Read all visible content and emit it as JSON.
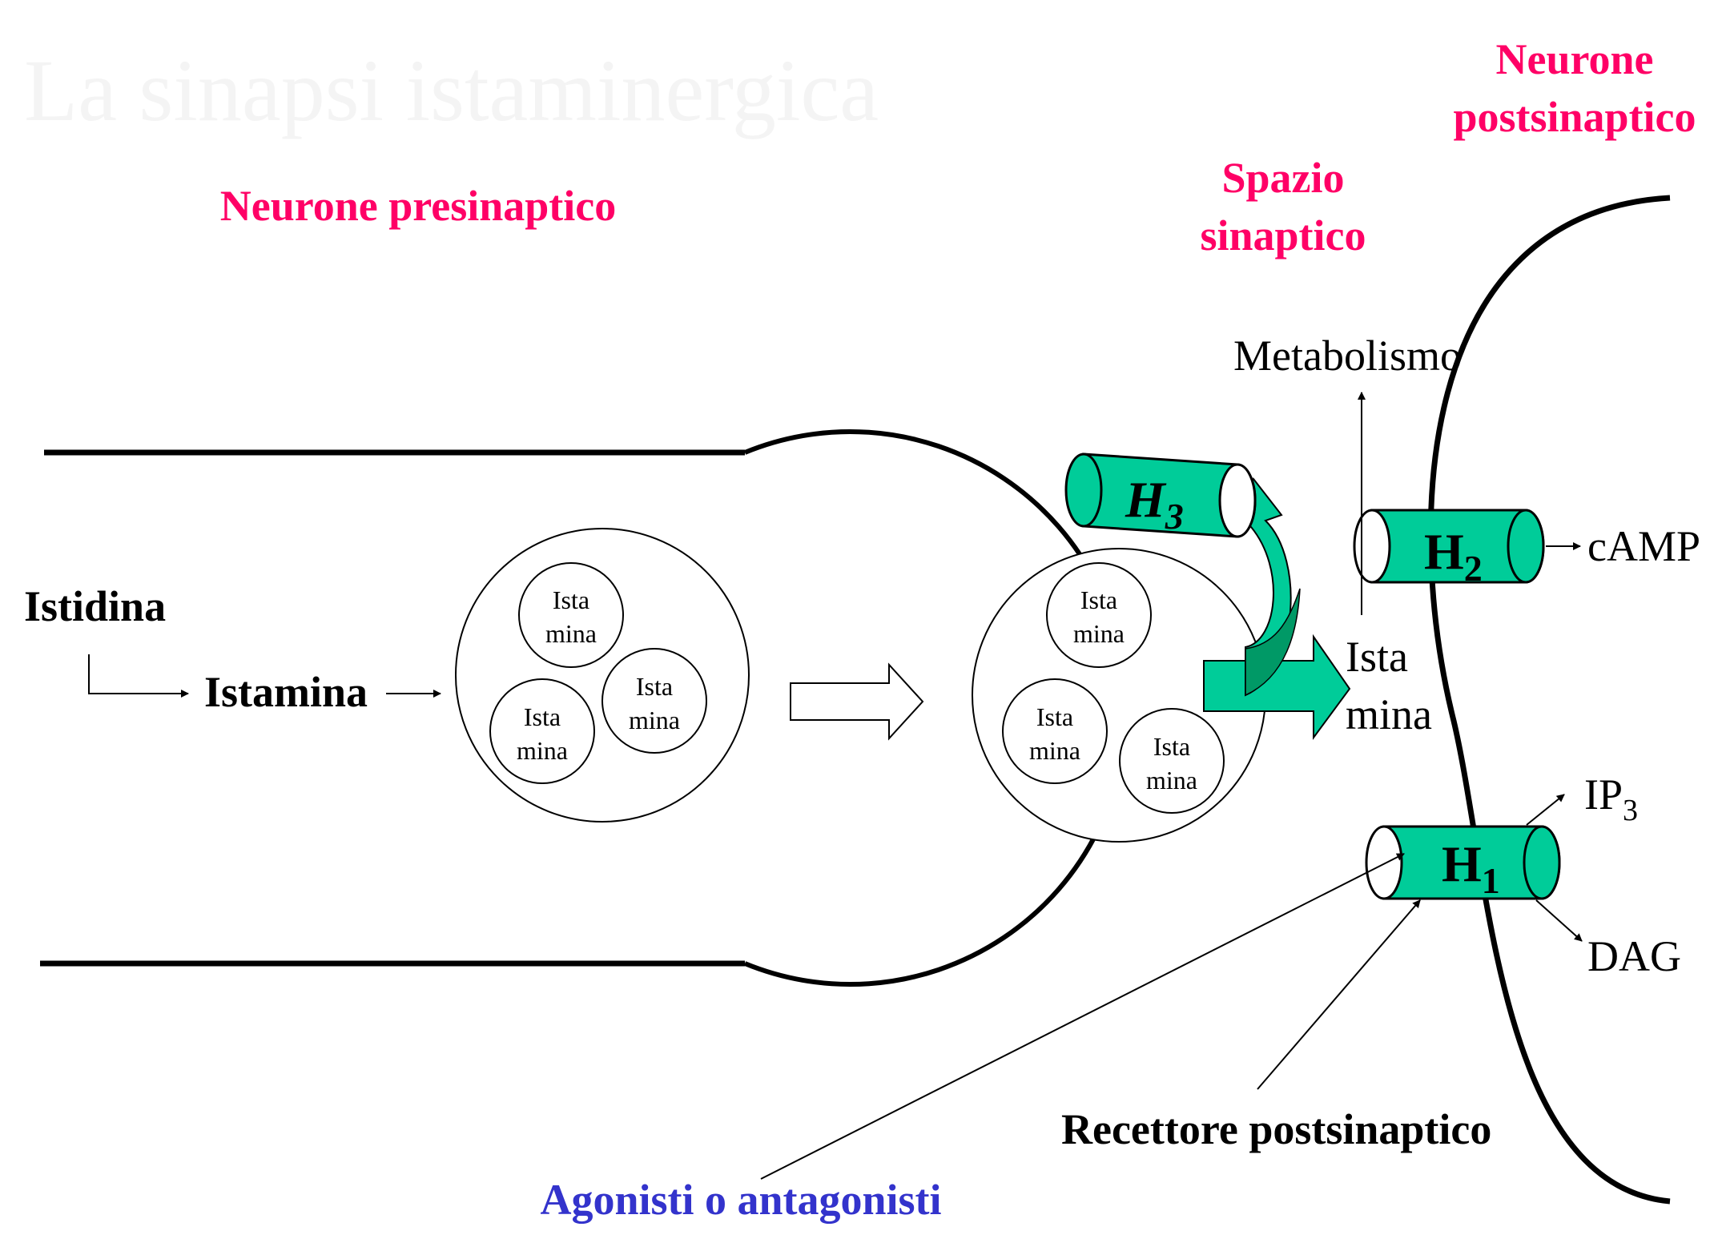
{
  "title_watermark": "La sinapsi istaminergica",
  "labels": {
    "neurone_pre": "Neurone presinaptico",
    "spazio_line1": "Spazio",
    "spazio_line2": "sinaptico",
    "neurone_post_line1": "Neurone",
    "neurone_post_line2": "postsinaptico",
    "istidina": "Istidina",
    "istamina": "Istamina",
    "metabolismo": "Metabolismo",
    "released_line1": "Ista",
    "released_line2": "mina",
    "camp": "cAMP",
    "ip3_main": "IP",
    "ip3_sub": "3",
    "dag": "DAG",
    "recettore": "Recettore postsinaptico",
    "agonisti": "Agonisti o antagonisti"
  },
  "vesicle_text": {
    "line1": "Ista",
    "line2": "mina"
  },
  "receptors": {
    "h3_main": "H",
    "h3_sub": "3",
    "h2_main": "H",
    "h2_sub": "2",
    "h1_main": "H",
    "h1_sub": "1"
  },
  "colors": {
    "pink_label": "#ff0066",
    "blue_label": "#3333cc",
    "receptor_fill": "#00cc99",
    "receptor_arrow_dark": "#009966",
    "watermark": "#f4f4f4"
  }
}
